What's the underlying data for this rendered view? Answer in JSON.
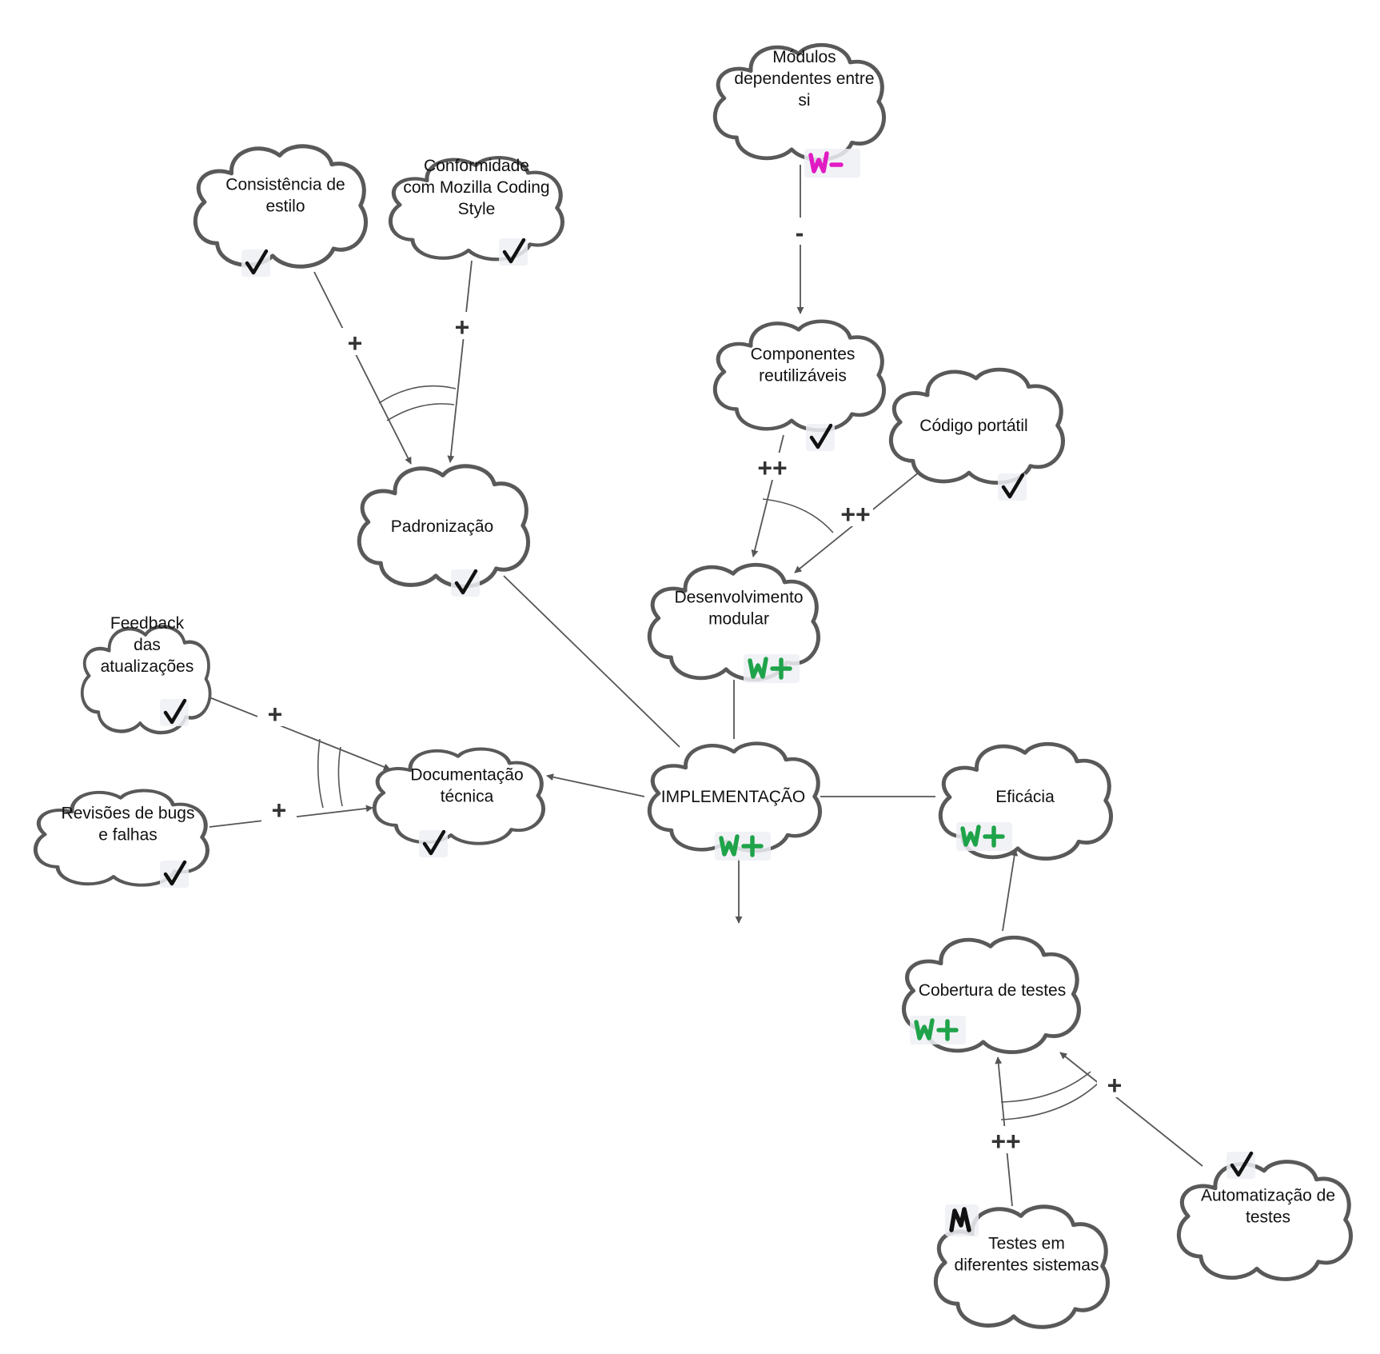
{
  "colors": {
    "cloud_stroke": "#595959",
    "edge": "#555555",
    "weak_positive": "#1fa34a",
    "weak_negative": "#e11bc4",
    "denied": "#111111",
    "satisfied": "#111111"
  },
  "nodes": [
    {
      "id": "consistencia",
      "label": [
        "Consistência de",
        "estilo"
      ],
      "mark": "satisfied"
    },
    {
      "id": "conformidade",
      "label": [
        "Conformidade",
        "com Mozilla Coding",
        "Style"
      ],
      "mark": "satisfied"
    },
    {
      "id": "padronizacao",
      "label": [
        "Padronização"
      ],
      "mark": "satisfied"
    },
    {
      "id": "modulos",
      "label": [
        "Módulos",
        "dependentes entre",
        "si"
      ],
      "mark": "weak-negative"
    },
    {
      "id": "componentes",
      "label": [
        "Componentes",
        "reutilizáveis"
      ],
      "mark": "satisfied"
    },
    {
      "id": "codigo",
      "label": [
        "Código portátil"
      ],
      "mark": "satisfied"
    },
    {
      "id": "desenvolvimento",
      "label": [
        "Desenvolvimento",
        "modular"
      ],
      "mark": "weak-positive"
    },
    {
      "id": "feedback",
      "label": [
        "Feedback",
        "das",
        "atualizações"
      ],
      "mark": "satisfied"
    },
    {
      "id": "revisoes",
      "label": [
        "Revisões de bugs",
        "e falhas"
      ],
      "mark": "satisfied"
    },
    {
      "id": "documentacao",
      "label": [
        "Documentação",
        "técnica"
      ],
      "mark": "satisfied"
    },
    {
      "id": "implementacao",
      "label": [
        "IMPLEMENTAÇÃO"
      ],
      "mark": "weak-positive"
    },
    {
      "id": "eficacia",
      "label": [
        "Eficácia"
      ],
      "mark": "weak-positive"
    },
    {
      "id": "cobertura",
      "label": [
        "Cobertura de testes"
      ],
      "mark": "weak-positive"
    },
    {
      "id": "testes",
      "label": [
        "Testes em",
        "diferentes sistemas"
      ],
      "mark": "denied"
    },
    {
      "id": "automatizacao",
      "label": [
        "Automatização de",
        "testes"
      ],
      "mark": "satisfied"
    }
  ],
  "edges": [
    {
      "from": "consistencia",
      "to": "padronizacao",
      "label": "+"
    },
    {
      "from": "conformidade",
      "to": "padronizacao",
      "label": "+"
    },
    {
      "from": "modulos",
      "to": "componentes",
      "label": "-"
    },
    {
      "from": "componentes",
      "to": "desenvolvimento",
      "label": "++"
    },
    {
      "from": "codigo",
      "to": "desenvolvimento",
      "label": "++"
    },
    {
      "from": "feedback",
      "to": "documentacao",
      "label": "+"
    },
    {
      "from": "revisoes",
      "to": "documentacao",
      "label": "+"
    },
    {
      "from": "implementacao",
      "to": "documentacao",
      "label": ""
    },
    {
      "from": "padronizacao",
      "to": "implementacao",
      "label": ""
    },
    {
      "from": "desenvolvimento",
      "to": "implementacao",
      "label": ""
    },
    {
      "from": "eficacia",
      "to": "implementacao",
      "label": ""
    },
    {
      "from": "cobertura",
      "to": "eficacia",
      "label": ""
    },
    {
      "from": "testes",
      "to": "cobertura",
      "label": "++"
    },
    {
      "from": "automatizacao",
      "to": "cobertura",
      "label": "+"
    }
  ]
}
